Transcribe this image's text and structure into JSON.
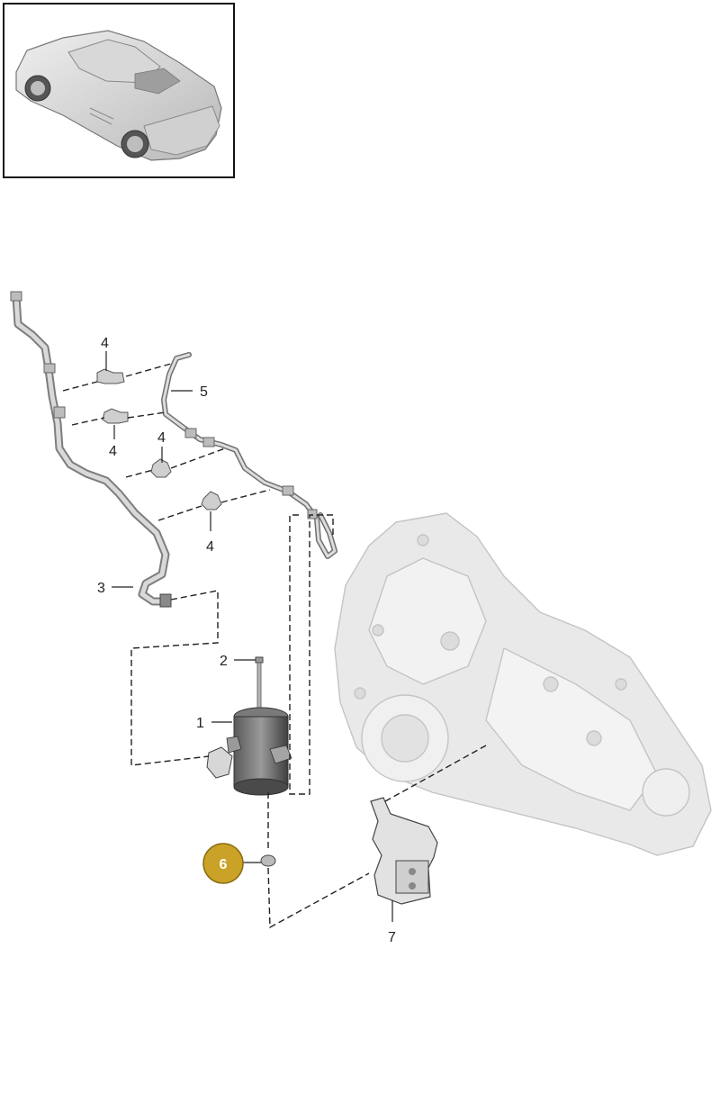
{
  "diagram": {
    "callouts": {
      "c1": "1",
      "c2": "2",
      "c3": "3",
      "c4a": "4",
      "c4b": "4",
      "c4c": "4",
      "c4d": "4",
      "c5": "5",
      "c6": "6",
      "c7": "7"
    },
    "highlight": {
      "badge_color": "#C9A227",
      "badge_border": "#8A6D10"
    }
  }
}
